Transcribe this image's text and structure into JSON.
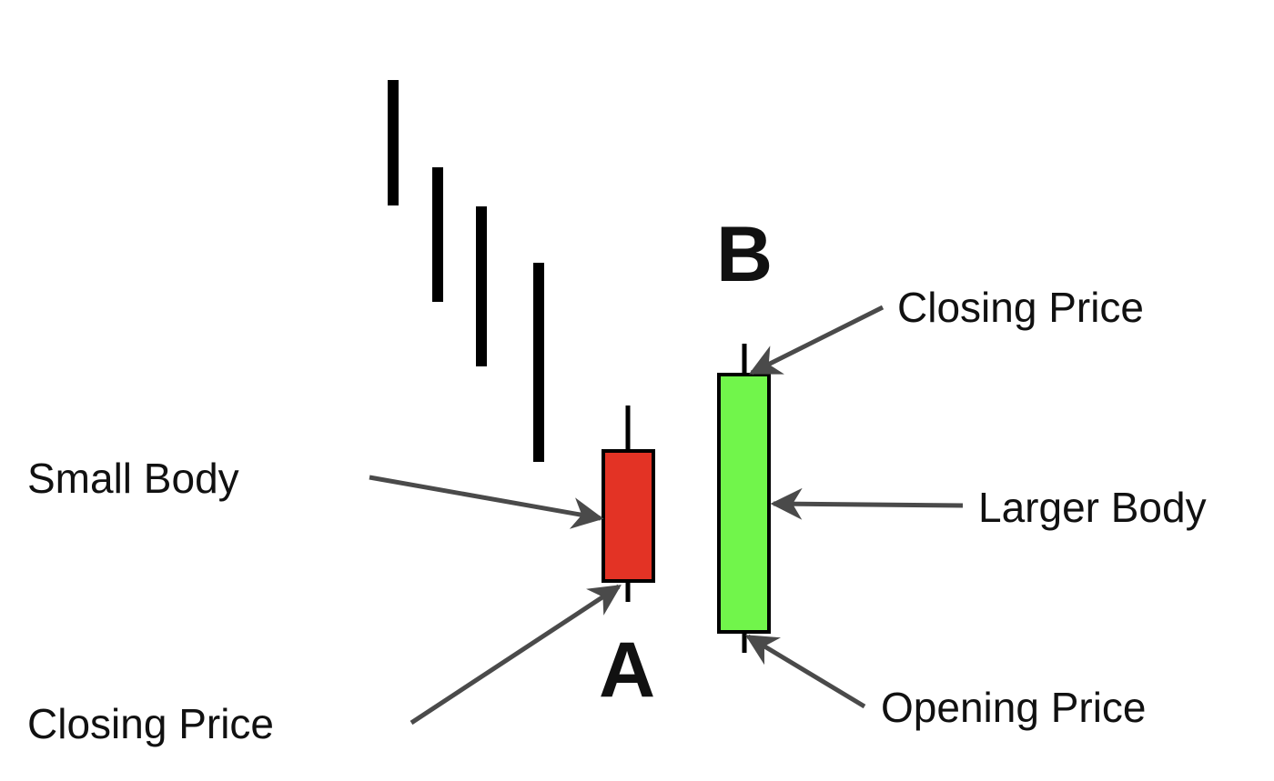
{
  "labels": {
    "small_body": "Small Body",
    "closing_price_left": "Closing Price",
    "letter_a": "A",
    "letter_b": "B",
    "closing_price_right": "Closing Price",
    "larger_body": "Larger Body",
    "opening_price": "Opening Price"
  },
  "colors": {
    "background": "#ffffff",
    "line": "#000000",
    "arrow": "#4a4a4a",
    "bearish_body": "#e33325",
    "bullish_body": "#71f54b"
  }
}
